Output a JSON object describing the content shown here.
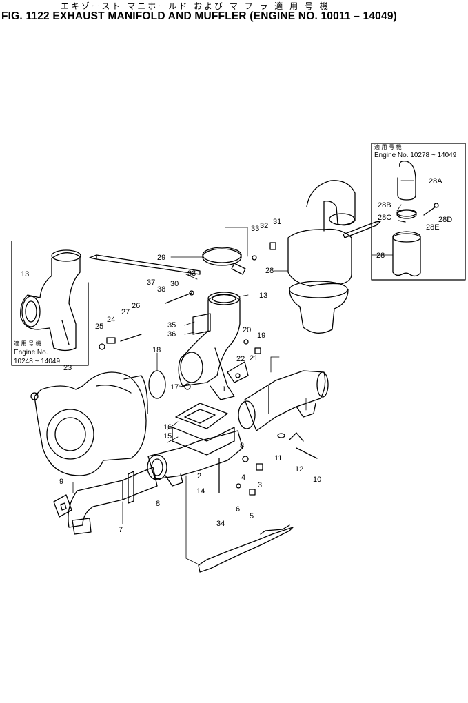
{
  "header": {
    "japanese": "エキゾースト マニホールド および マ フ ラ   適 用 号 機",
    "title": "FIG. 1122  EXHAUST MANIFOLD AND MUFFLER (ENGINE NO. 10011 – 14049)"
  },
  "notes": {
    "right_jp": "適 用 号 機",
    "right_engine": "Engine No. 10278 ~ 14049",
    "left_jp": "適 用 号 機",
    "left_engine_label": "Engine No.",
    "left_engine_range": "10248 ~ 14049"
  },
  "callouts": [
    "1",
    "2",
    "3",
    "4",
    "5",
    "6",
    "7",
    "8",
    "8",
    "9",
    "10",
    "11",
    "12",
    "13",
    "13",
    "14",
    "15",
    "16",
    "17",
    "18",
    "19",
    "20",
    "21",
    "22",
    "23",
    "24",
    "25",
    "26",
    "27",
    "28",
    "28",
    "28A",
    "28B",
    "28C",
    "28D",
    "28E",
    "29",
    "30",
    "31",
    "32",
    "33",
    "33",
    "34",
    "35",
    "36",
    "37",
    "38"
  ]
}
